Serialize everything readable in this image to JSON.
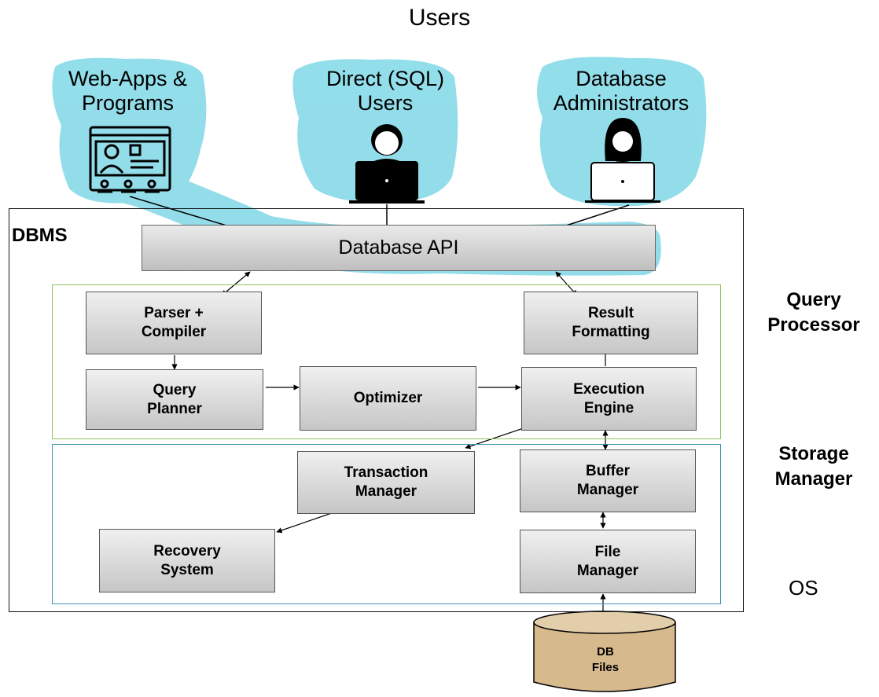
{
  "title": "Users",
  "user_groups": [
    {
      "label_line1": "Web-Apps &",
      "label_line2": "Programs",
      "icon": "web-app-icon"
    },
    {
      "label_line1": "Direct (SQL)",
      "label_line2": "Users",
      "icon": "user-laptop-icon"
    },
    {
      "label_line1": "Database",
      "label_line2": "Administrators",
      "icon": "admin-laptop-icon"
    }
  ],
  "dbms_label": "DBMS",
  "api_label": "Database API",
  "query_processor": {
    "label_line1": "Query",
    "label_line2": "Processor",
    "components": {
      "parser": {
        "line1": "Parser +",
        "line2": "Compiler"
      },
      "planner": {
        "line1": "Query",
        "line2": "Planner"
      },
      "optimizer": {
        "line1": "Optimizer"
      },
      "result": {
        "line1": "Result",
        "line2": "Formatting"
      },
      "execution": {
        "line1": "Execution",
        "line2": "Engine"
      }
    }
  },
  "storage_manager": {
    "label_line1": "Storage",
    "label_line2": "Manager",
    "components": {
      "transaction": {
        "line1": "Transaction",
        "line2": "Manager"
      },
      "buffer": {
        "line1": "Buffer",
        "line2": "Manager"
      },
      "recovery": {
        "line1": "Recovery",
        "line2": "System"
      },
      "file": {
        "line1": "File",
        "line2": "Manager"
      }
    }
  },
  "os_label": "OS",
  "db_files": {
    "line1": "DB",
    "line2": "Files"
  },
  "colors": {
    "highlight": "#7fd8e6",
    "query_frame": "#8cc45c",
    "storage_frame": "#3f8fb0",
    "cylinder": "#d6b98d"
  }
}
